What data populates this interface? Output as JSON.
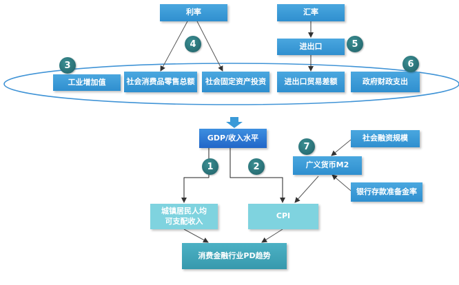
{
  "nodes": {
    "interest_rate": "利率",
    "exchange_rate": "汇率",
    "import_export": "进出口",
    "industrial_value_added": "工业增加值",
    "retail_sales": "社会消费品零售总额",
    "fixed_asset_investment": "社会固定资产投资",
    "trade_balance": "进出口贸易差额",
    "fiscal_expenditure": "政府财政支出",
    "gdp_income": "GDP/收入水平",
    "social_financing": "社会融资规模",
    "m2": "广义货币M2",
    "reserve_ratio": "银行存款准备金率",
    "disposable_income_line1": "城镇居民人均",
    "disposable_income_line2": "可支配收入",
    "cpi": "CPI",
    "pd_trend": "消费金融行业PD趋势"
  },
  "markers": [
    "1",
    "2",
    "3",
    "4",
    "5",
    "6",
    "7"
  ],
  "colors": {
    "box_blue": "#3a9ad8",
    "gdp_blue": "#2a70cc",
    "teal_light": "#7fd3df",
    "teal_dark": "#3fa3b8",
    "ellipse_stroke": "#3f93d6",
    "marker_fill": "#2a6f74"
  }
}
